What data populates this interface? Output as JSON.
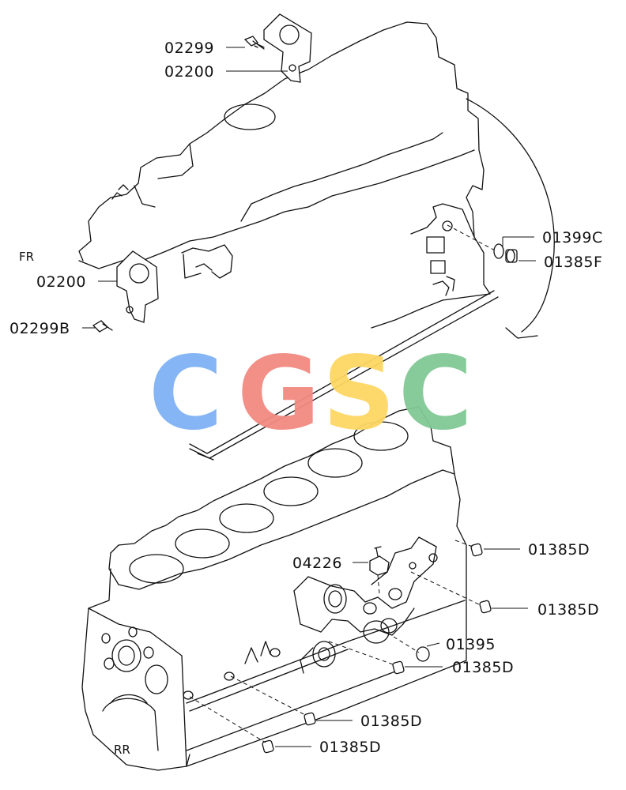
{
  "labels": [
    {
      "id": "p02299",
      "text": "02299"
    },
    {
      "id": "p02200a",
      "text": "02200"
    },
    {
      "id": "p02200b",
      "text": "02200"
    },
    {
      "id": "p02299B",
      "text": "02299B"
    },
    {
      "id": "p01399C",
      "text": "01399C"
    },
    {
      "id": "p01385F",
      "text": "01385F"
    },
    {
      "id": "p04226",
      "text": "04226"
    },
    {
      "id": "p01385Da",
      "text": "01385D"
    },
    {
      "id": "p01385Db",
      "text": "01385D"
    },
    {
      "id": "p01395",
      "text": "01395"
    },
    {
      "id": "p01385Dc",
      "text": "01385D"
    },
    {
      "id": "p01385Dd",
      "text": "01385D"
    },
    {
      "id": "p01385De",
      "text": "01385D"
    }
  ],
  "directions": {
    "front": "FR",
    "rear": "RR"
  },
  "watermark": {
    "letters": [
      "C",
      "G",
      "S",
      "C"
    ],
    "colors": [
      "#7fb2f5",
      "#f28b82",
      "#fdd663",
      "#81c995"
    ]
  }
}
